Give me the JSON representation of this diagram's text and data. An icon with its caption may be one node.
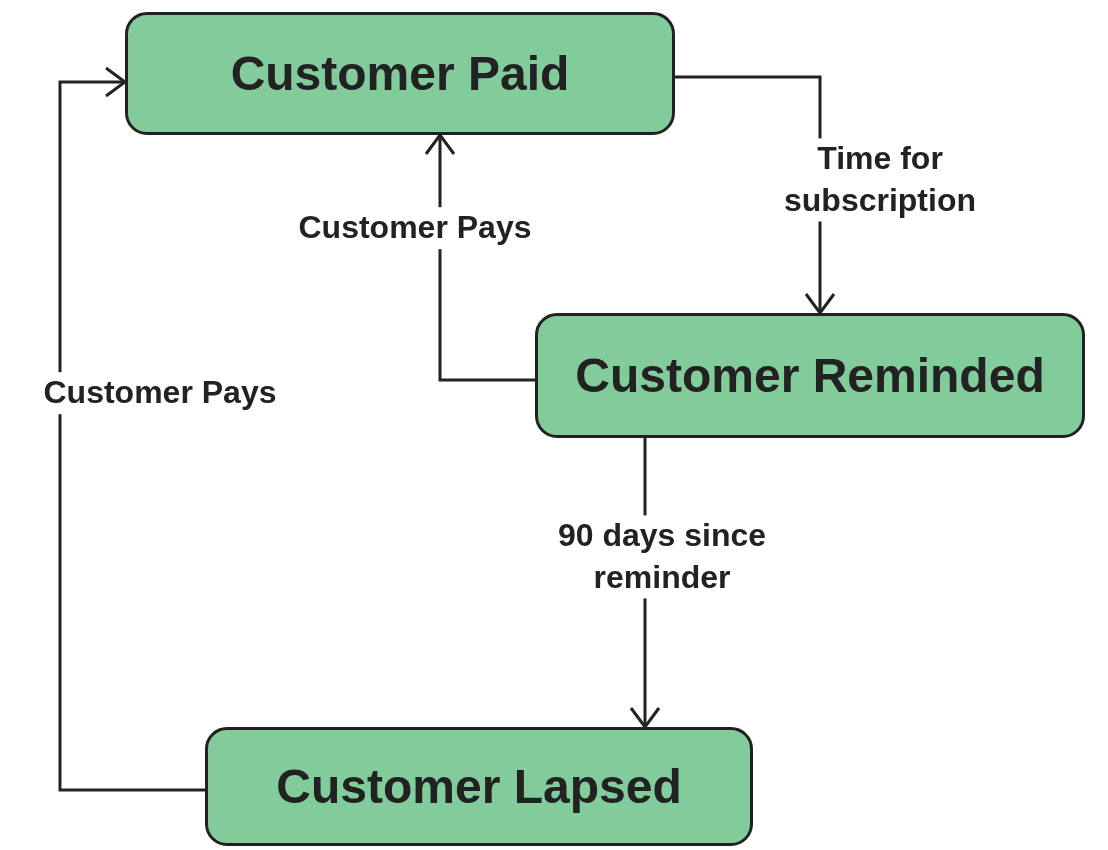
{
  "diagram": {
    "nodes": [
      {
        "text": [
          "Customer Paid"
        ]
      },
      {
        "text": [
          "Customer Reminded"
        ]
      },
      {
        "text": [
          "Customer Lapsed"
        ]
      }
    ],
    "edges": [
      {
        "from": 0,
        "to": 1,
        "arrow": "to",
        "label": "Time for subscription"
      },
      {
        "from": 1,
        "to": 0,
        "arrow": "to",
        "label": "Customer Pays"
      },
      {
        "from": 1,
        "to": 2,
        "arrow": "to",
        "label": "90 days since reminder"
      },
      {
        "from": 2,
        "to": 0,
        "arrow": "to",
        "label": "Customer Pays"
      }
    ]
  }
}
